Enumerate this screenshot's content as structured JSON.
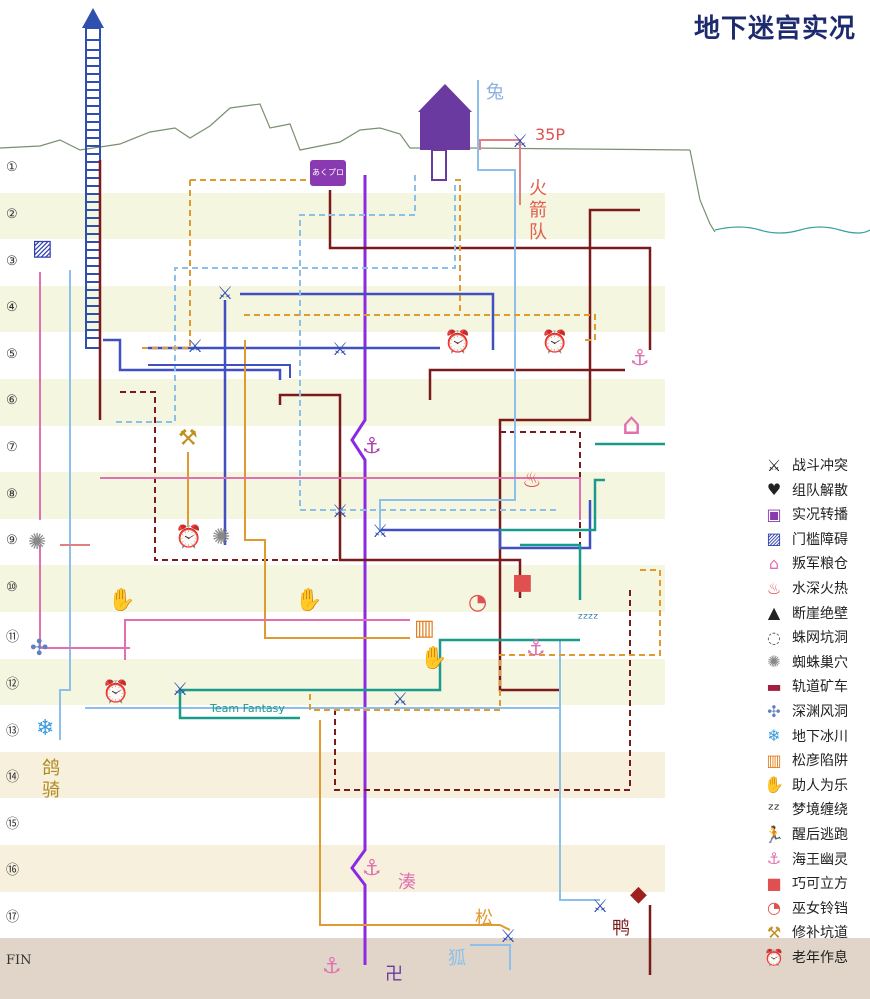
{
  "title": "地下迷宫实况",
  "rows": [
    "①",
    "②",
    "③",
    "④",
    "⑤",
    "⑥",
    "⑦",
    "⑧",
    "⑨",
    "⑩",
    "⑪",
    "⑫",
    "⑬",
    "⑭",
    "⑮",
    "⑯",
    "⑰",
    "FIN"
  ],
  "colors": {
    "band_light": "#f5f6e0",
    "band_tan": "#f7f0dc",
    "fin_band": "#e0d5c8",
    "purple": "#8a2be2",
    "darkred": "#7a1a1a",
    "blue": "#4050c0",
    "lightblue": "#8cc0ea",
    "orange": "#e09a30",
    "teal": "#1a9a8a",
    "pink": "#e070b0",
    "salmon": "#e08080",
    "title": "#1e2a6e"
  },
  "labels": {
    "rabbit": "兔",
    "points": "35P",
    "rocket_team": "火箭队",
    "pigeon_rider": "鸽骑",
    "minato": "湊",
    "matsu": "松",
    "fox": "狐",
    "duck": "鸭",
    "team_fantasy": "Team Fantasy",
    "manji": "卍",
    "live_badge": "あくプロ"
  },
  "legend": [
    {
      "icon": "crossed-swords-icon",
      "glyph": "⚔",
      "label": "战斗冲突"
    },
    {
      "icon": "heart-broken-icon",
      "glyph": "♥",
      "label": "组队解散"
    },
    {
      "icon": "live-stream-icon",
      "glyph": "▣",
      "label": "实况转播"
    },
    {
      "icon": "barrier-icon",
      "glyph": "▨",
      "label": "门槛障碍"
    },
    {
      "icon": "granary-icon",
      "glyph": "⌂",
      "label": "叛军粮仓"
    },
    {
      "icon": "water-fire-icon",
      "glyph": "♨",
      "label": "水深火热"
    },
    {
      "icon": "cliff-icon",
      "glyph": "▲",
      "label": "断崖绝壁"
    },
    {
      "icon": "web-pit-icon",
      "glyph": "◌",
      "label": "蛛网坑洞"
    },
    {
      "icon": "spider-nest-icon",
      "glyph": "✺",
      "label": "蜘蛛巢穴"
    },
    {
      "icon": "minecart-icon",
      "glyph": "▬",
      "label": "轨道矿车"
    },
    {
      "icon": "abyss-wind-icon",
      "glyph": "✣",
      "label": "深渊风洞"
    },
    {
      "icon": "glacier-icon",
      "glyph": "❄",
      "label": "地下冰川"
    },
    {
      "icon": "trap-icon",
      "glyph": "▥",
      "label": "松彦陷阱"
    },
    {
      "icon": "handshake-icon",
      "glyph": "✋",
      "label": "助人为乐"
    },
    {
      "icon": "dream-icon",
      "glyph": "ᶻᶻ",
      "label": "梦境缠绕"
    },
    {
      "icon": "runner-icon",
      "glyph": "🏃",
      "label": "醒后逃跑"
    },
    {
      "icon": "anchor-icon",
      "glyph": "⚓",
      "label": "海王幽灵"
    },
    {
      "icon": "cube-icon",
      "glyph": "■",
      "label": "巧可立方"
    },
    {
      "icon": "bell-icon",
      "glyph": "◔",
      "label": "巫女铃铛"
    },
    {
      "icon": "hammer-icon",
      "glyph": "⚒",
      "label": "修补坑道"
    },
    {
      "icon": "alarm-clock-icon",
      "glyph": "⏰",
      "label": "老年作息"
    }
  ]
}
